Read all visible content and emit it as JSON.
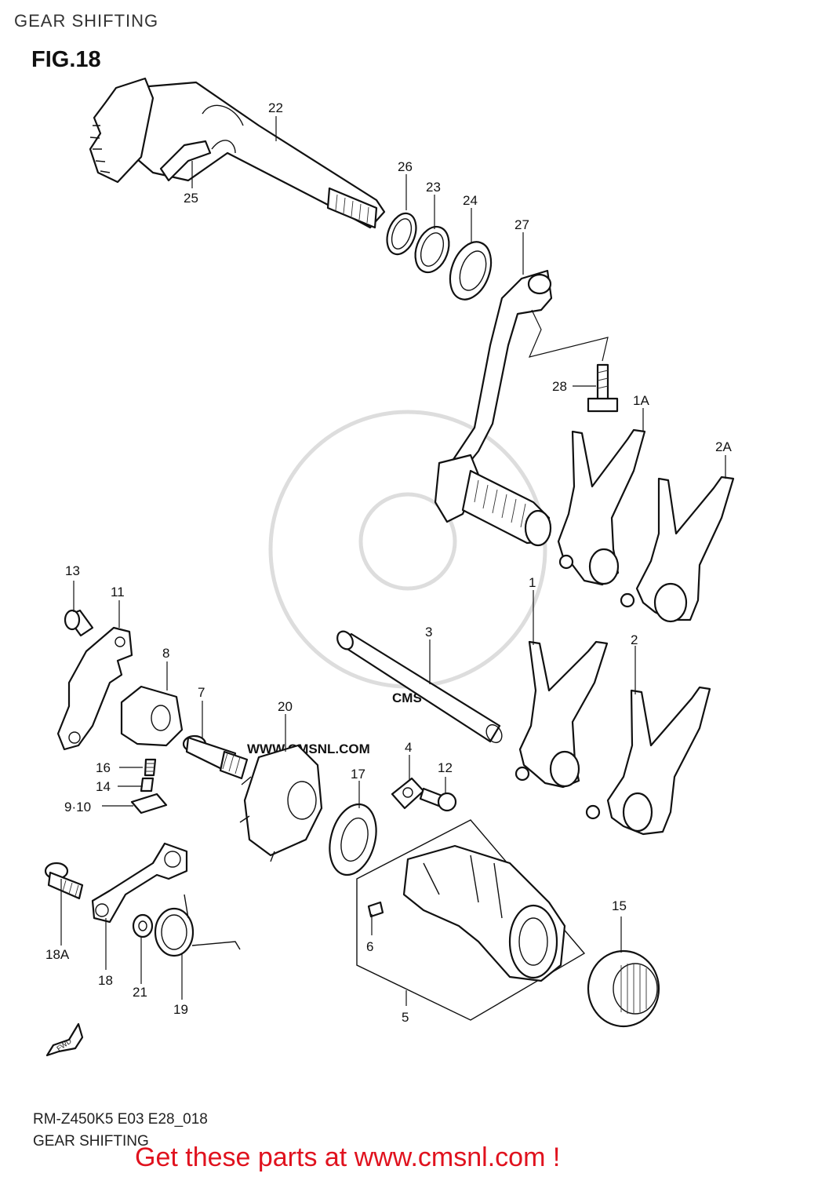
{
  "header": {
    "title": "GEAR SHIFTING"
  },
  "figure": {
    "label": "FIG.18"
  },
  "watermark": {
    "text": "WWW.CMSNL.COM",
    "logo": "CMS"
  },
  "fwd_label": "FWD",
  "callouts": [
    {
      "id": "22",
      "label": "22"
    },
    {
      "id": "25",
      "label": "25"
    },
    {
      "id": "26",
      "label": "26"
    },
    {
      "id": "23",
      "label": "23"
    },
    {
      "id": "24",
      "label": "24"
    },
    {
      "id": "27",
      "label": "27"
    },
    {
      "id": "28",
      "label": "28"
    },
    {
      "id": "1A",
      "label": "1A"
    },
    {
      "id": "2A",
      "label": "2A"
    },
    {
      "id": "13",
      "label": "13"
    },
    {
      "id": "11",
      "label": "11"
    },
    {
      "id": "8",
      "label": "8"
    },
    {
      "id": "7",
      "label": "7"
    },
    {
      "id": "3",
      "label": "3"
    },
    {
      "id": "1",
      "label": "1"
    },
    {
      "id": "2",
      "label": "2"
    },
    {
      "id": "20",
      "label": "20"
    },
    {
      "id": "16",
      "label": "16"
    },
    {
      "id": "14",
      "label": "14"
    },
    {
      "id": "9-10",
      "label": "9·10"
    },
    {
      "id": "4",
      "label": "4"
    },
    {
      "id": "12",
      "label": "12"
    },
    {
      "id": "17",
      "label": "17"
    },
    {
      "id": "18A",
      "label": "18A"
    },
    {
      "id": "18",
      "label": "18"
    },
    {
      "id": "21",
      "label": "21"
    },
    {
      "id": "19",
      "label": "19"
    },
    {
      "id": "6",
      "label": "6"
    },
    {
      "id": "5",
      "label": "5"
    },
    {
      "id": "15",
      "label": "15"
    }
  ],
  "footer": {
    "model_code": "RM-Z450K5 E03 E28_018",
    "section": "GEAR SHIFTING",
    "promo": "Get these parts at www.cmsnl.com !"
  }
}
